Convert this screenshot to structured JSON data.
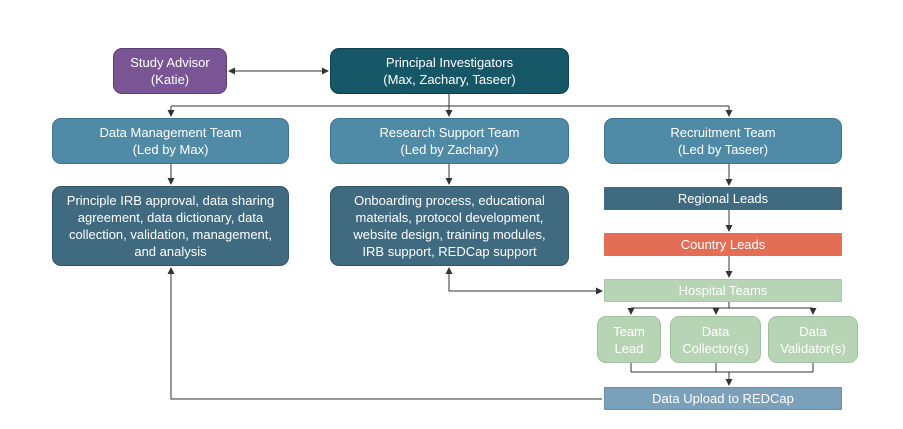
{
  "nodes": {
    "study_advisor": "Study Advisor\n(Katie)",
    "principal_investigators": "Principal Investigators\n(Max, Zachary, Taseer)",
    "data_management_team": "Data Management Team\n(Led by Max)",
    "research_support_team": "Research Support Team\n(Led by Zachary)",
    "recruitment_team": "Recruitment Team\n(Led by Taseer)",
    "data_management_tasks": "Principle IRB approval, data sharing\nagreement, data dictionary, data\ncollection, validation, management,\nand analysis",
    "research_support_tasks": "Onboarding process, educational\nmaterials, protocol development,\nwebsite design, training modules,\nIRB support, REDCap support",
    "regional_leads": "Regional Leads",
    "country_leads": "Country Leads",
    "hospital_teams": "Hospital Teams",
    "team_lead": "Team\nLead",
    "data_collector": "Data\nCollector(s)",
    "data_validator": "Data\nValidator(s)",
    "data_upload": "Data Upload to REDCap"
  },
  "colors": {
    "study_advisor": "#7a5596",
    "principal_investigators": "#155766",
    "team": "#4f8aa6",
    "task": "#3f6a7f",
    "regional_leads": "#3f6a7f",
    "country_leads": "#e46d55",
    "hospital_teams": "#b7d4b5",
    "data_upload": "#7ba0b9",
    "connector": "#333333"
  }
}
